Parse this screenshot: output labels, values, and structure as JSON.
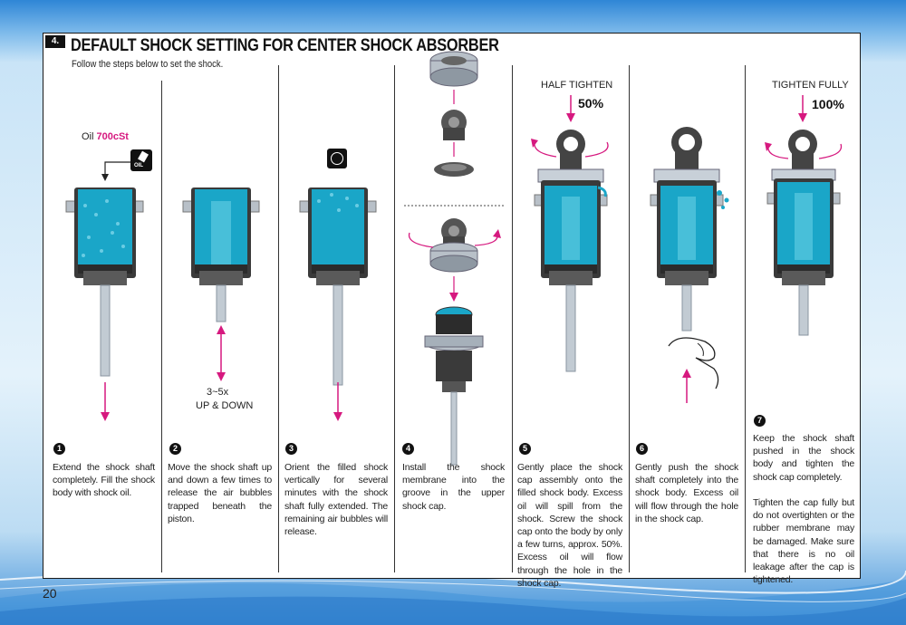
{
  "page": {
    "number": "20"
  },
  "section": {
    "number": "4.",
    "title": "DEFAULT SHOCK SETTING FOR CENTER SHOCK ABSORBER",
    "subtitle": "Follow the steps below to set the shock."
  },
  "colors": {
    "oil": "#1aa6c8",
    "arrow": "#d6197f",
    "body": "#3a3a3a",
    "cap": "#b8c0c8"
  },
  "oil_label": {
    "prefix": "Oil ",
    "value": "700cSt"
  },
  "oil_icon_label": "OIL",
  "icons": [
    "oil-bottle-icon",
    "clock-icon",
    "finger-icon",
    "rotate-arrow-icon",
    "down-arrow-icon"
  ],
  "step2_label": {
    "count": "3~5x",
    "motion": "UP & DOWN"
  },
  "step5_label": {
    "text": "HALF TIGHTEN",
    "percent": "50%"
  },
  "step7_label": {
    "text": "TIGHTEN FULLY",
    "percent": "100%"
  },
  "steps": [
    {
      "num": "1",
      "text": "Extend the shock shaft completely. Fill the shock body with shock oil."
    },
    {
      "num": "2",
      "text": "Move the shock shaft up and down a few times to release the air bubbles trapped beneath the piston."
    },
    {
      "num": "3",
      "text": "Orient the filled shock vertically for several minutes with the shock shaft fully extended. The remaining air bubbles will release."
    },
    {
      "num": "4",
      "text": "Install the shock membrane into the groove in the upper shock cap."
    },
    {
      "num": "5",
      "text": "Gently place the shock cap assembly onto the filled shock body. Excess oil will spill from the shock. Screw the shock cap onto the body by only a few turns, approx. 50%. Excess oil will flow through the hole in the shock cap."
    },
    {
      "num": "6",
      "text": "Gently push the shock shaft completely into the shock body. Excess oil will flow through the hole in the shock cap."
    },
    {
      "num": "7",
      "text": "Keep the shock shaft pushed in the shock body and tighten the shock cap completely.\n\nTighten the cap fully but do not overtighten or the rubber membrane may be damaged. Make sure that there is no oil leakage after the cap is tightened."
    }
  ]
}
